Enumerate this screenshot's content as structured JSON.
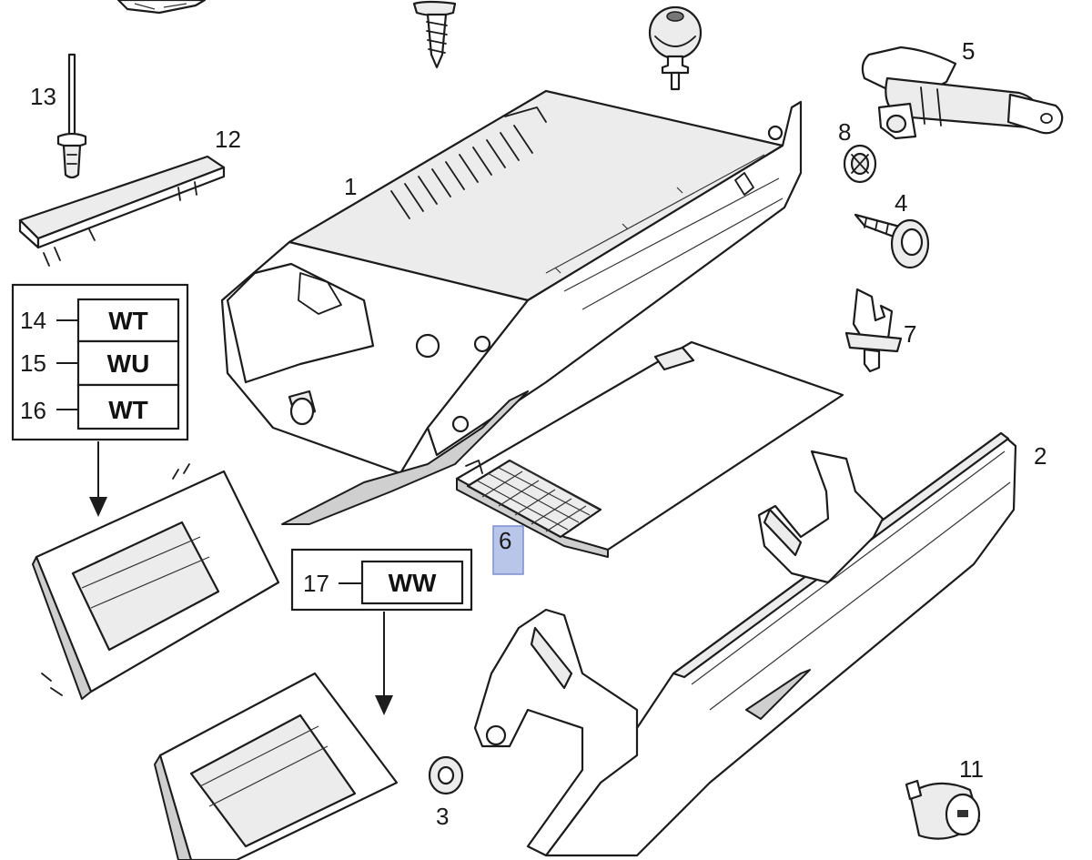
{
  "diagram": {
    "callouts": [
      {
        "id": "c1",
        "label": "1"
      },
      {
        "id": "c2",
        "label": "2"
      },
      {
        "id": "c3",
        "label": "3"
      },
      {
        "id": "c4",
        "label": "4"
      },
      {
        "id": "c5",
        "label": "5"
      },
      {
        "id": "c6",
        "label": "6",
        "highlighted": true
      },
      {
        "id": "c7",
        "label": "7"
      },
      {
        "id": "c8",
        "label": "8"
      },
      {
        "id": "c11",
        "label": "11"
      },
      {
        "id": "c12",
        "label": "12"
      },
      {
        "id": "c13",
        "label": "13"
      }
    ],
    "variant_table_a": [
      {
        "number": "14",
        "code": "WT"
      },
      {
        "number": "15",
        "code": "WU"
      },
      {
        "number": "16",
        "code": "WT"
      }
    ],
    "variant_table_b": [
      {
        "number": "17",
        "code": "WW"
      }
    ],
    "highlight_color": "#b9c6ea"
  }
}
